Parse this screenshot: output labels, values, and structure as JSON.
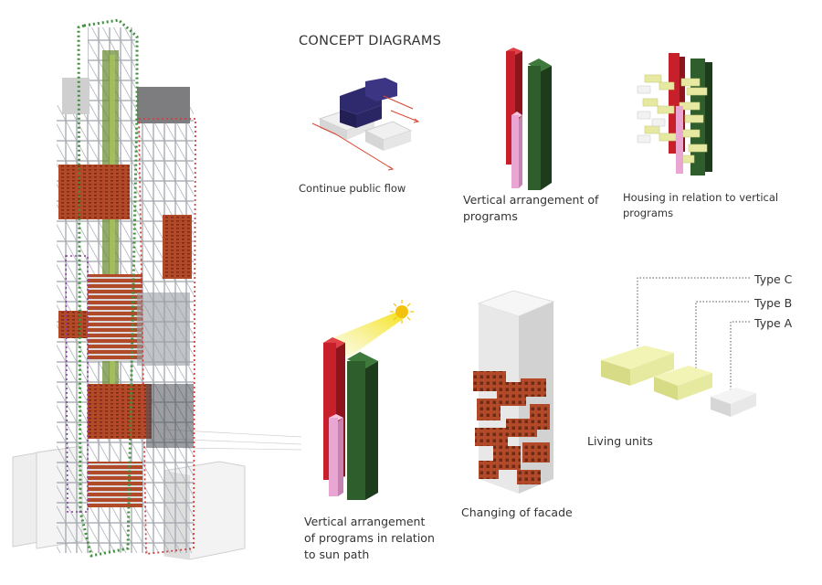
{
  "title": "CONCEPT DIAGRAMS",
  "diagrams": {
    "public_flow": {
      "caption": "Continue public flow"
    },
    "vertical_programs": {
      "caption_line1": "Vertical arrangement of",
      "caption_line2": "programs"
    },
    "housing": {
      "caption_line1": "Housing in relation to vertical",
      "caption_line2": "programs"
    },
    "sun_path": {
      "caption_line1": "Vertical arrangement",
      "caption_line2": "of programs in relation",
      "caption_line3": "to sun path"
    },
    "facade": {
      "caption": "Changing of facade"
    },
    "living_units": {
      "caption": "Living units",
      "type_c": "Type C",
      "type_b": "Type B",
      "type_a": "Type A"
    }
  },
  "colors": {
    "red_block": "#c8202a",
    "green_block": "#2e5e2c",
    "pink_block": "#e9a6d2",
    "yellow_block": "#e7e9a2",
    "navy_block": "#2f2a6e",
    "brick": "#b24a2a",
    "frame": "#8a8e94",
    "sun": "#f2c20f"
  }
}
